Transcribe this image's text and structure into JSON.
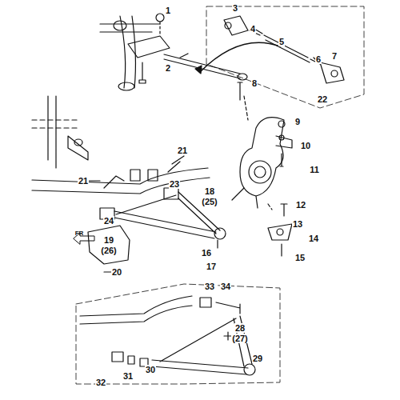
{
  "diagram": {
    "labels": [
      "1",
      "2",
      "3",
      "4",
      "5",
      "6",
      "7",
      "22",
      "8",
      "9",
      "10",
      "11",
      "12",
      "13",
      "14",
      "15",
      "16",
      "17",
      "18",
      "(25)",
      "19",
      "(26)",
      "20",
      "21",
      "21",
      "23",
      "24",
      "33",
      "34",
      "28",
      "(27)",
      "29",
      "30",
      "31",
      "32",
      "FR"
    ]
  }
}
